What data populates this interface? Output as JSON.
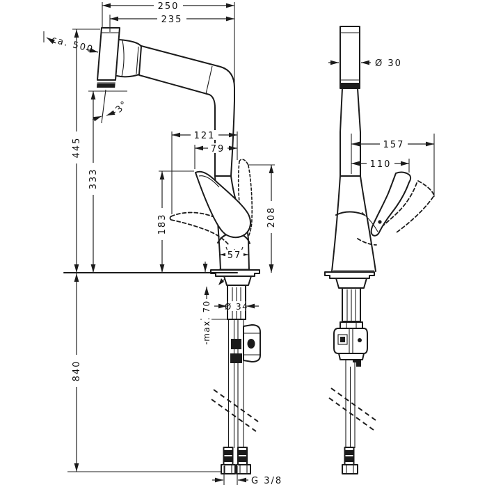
{
  "drawing": {
    "front_view": {
      "overall_width": "250",
      "spout_projection": "235",
      "pullout_extension": "ca. 500",
      "spray_angle": "3°",
      "spout_height": "445",
      "outlet_height": "333",
      "handle_span_max": "121",
      "handle_span": "79",
      "handle_tip_height": "183",
      "handle_top_height": "208",
      "body_base_width": "57",
      "shank_diameter": "Ø 34",
      "deck_thickness_max": "max. 70",
      "hose_drop": "840",
      "hose_thread": "G 3/8"
    },
    "side_view": {
      "head_diameter": "Ø 30",
      "handle_reach_max": "157",
      "handle_reach": "110"
    }
  }
}
